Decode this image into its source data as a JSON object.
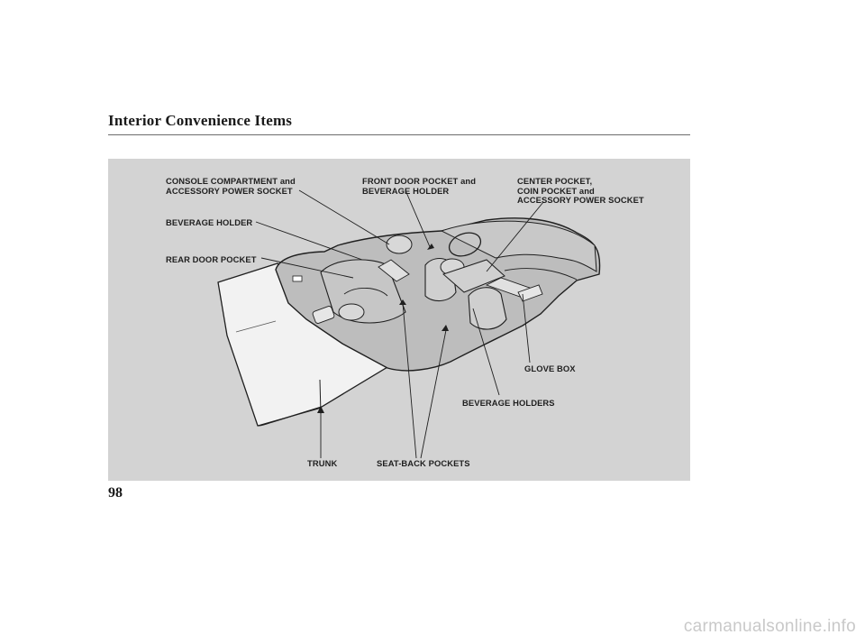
{
  "page": {
    "title": "Interior Convenience Items",
    "page_number": "98",
    "watermark": "carmanualsonline.info"
  },
  "callouts": {
    "console_compartment": "CONSOLE COMPARTMENT and\nACCESSORY POWER SOCKET",
    "front_door_pocket": "FRONT DOOR POCKET and\nBEVERAGE HOLDER",
    "center_pocket": "CENTER POCKET,\nCOIN POCKET and\nACCESSORY POWER SOCKET",
    "beverage_holder": "BEVERAGE HOLDER",
    "rear_door_pocket": "REAR DOOR POCKET",
    "glove_box": "GLOVE BOX",
    "beverage_holders": "BEVERAGE HOLDERS",
    "trunk": "TRUNK",
    "seat_back_pockets": "SEAT-BACK POCKETS"
  },
  "colors": {
    "panel": "#d3d3d3",
    "line": "#1f1f1f",
    "car_fill": "#bdbdbd",
    "trunk_fill": "#f2f2f2"
  }
}
